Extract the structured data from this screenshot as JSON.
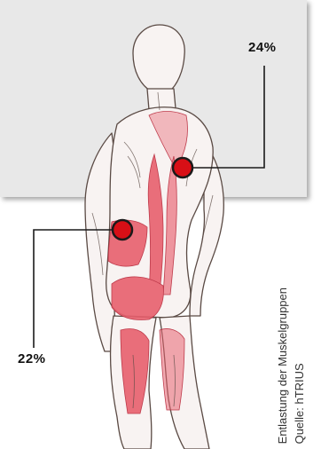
{
  "labels": {
    "upper_right_value": "24%",
    "lower_left_value": "22%"
  },
  "caption": {
    "line1": "Entlastung der Muskelgruppen",
    "line2": "Quelle: hTRIUS"
  },
  "colors": {
    "marker": "#d80f16",
    "muscle_highlight": "#e8606e",
    "sketch_line": "#5a4a44",
    "panel_grey": "#e8e8e8"
  }
}
